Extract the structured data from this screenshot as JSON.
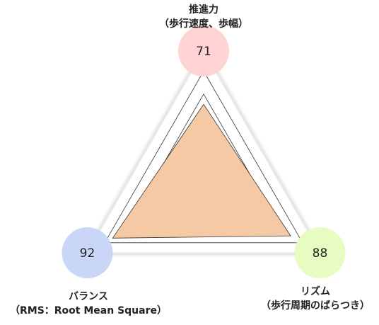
{
  "chart_data": {
    "type": "radar",
    "max": 100,
    "axes": [
      {
        "name": "推進力",
        "sub": "（歩行速度、歩幅）",
        "value": 71,
        "color": "#ffd3d3"
      },
      {
        "name": "リズム",
        "sub": "（歩行周期のばらつき）",
        "value": 88,
        "color": "#e6fcc0"
      },
      {
        "name": "バランス",
        "sub": "（RMS：Root Mean Square）",
        "value": 92,
        "color": "#c9d6f5"
      }
    ],
    "grid_levels": [
      20,
      40,
      60,
      80,
      100
    ],
    "fill_color": "#f5c9a3",
    "grid_color": "#333333"
  }
}
